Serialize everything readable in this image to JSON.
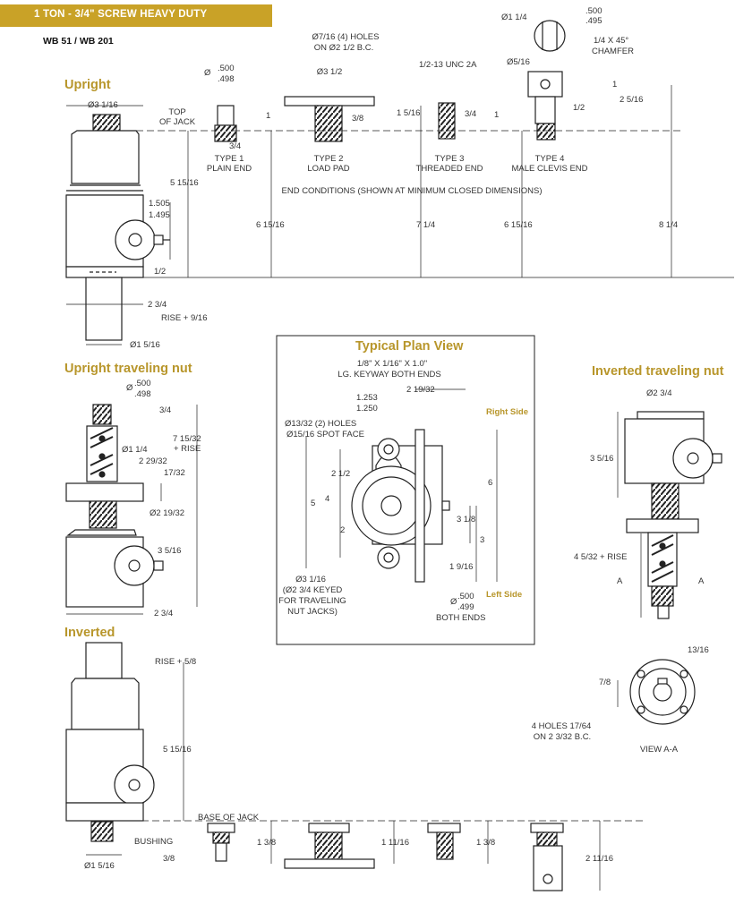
{
  "header": {
    "title": "1 TON - 3/4\" SCREW HEAVY DUTY",
    "model": "WB 51 / WB 201",
    "accent_color": "#c9a227"
  },
  "sections": {
    "upright": "Upright",
    "upright_traveling_nut": "Upright traveling nut",
    "inverted": "Inverted",
    "plan_view": "Typical Plan View",
    "inverted_traveling_nut": "Inverted traveling nut"
  },
  "end_conditions": {
    "caption": "END CONDITIONS (SHOWN AT MINIMUM CLOSED DIMENSIONS)",
    "top_of_jack": [
      "TOP",
      "OF JACK"
    ],
    "types": [
      {
        "name": "TYPE 1",
        "desc": "PLAIN END"
      },
      {
        "name": "TYPE 2",
        "desc": "LOAD PAD"
      },
      {
        "name": "TYPE 3",
        "desc": "THREADED END"
      },
      {
        "name": "TYPE 4",
        "desc": "MALE CLEVIS END"
      }
    ],
    "dims": {
      "plain_dia_sym": "Ø",
      "plain_dia_hi": ".500",
      "plain_dia_lo": ".498",
      "plain_len": "1",
      "plain_thread": "3/4",
      "holes": "Ø7/16 (4) HOLES",
      "holes_bc": "ON Ø2 1/2 B.C.",
      "pad_dia": "Ø3 1/2",
      "pad_thk": "3/8",
      "unc": "1/2-13 UNC 2A",
      "thr_len": "3/4",
      "thr_total": "1 5/16",
      "clevis_len": "1",
      "clevis_dia": "Ø1 1/4",
      "clevis_w_hi": ".500",
      "clevis_w_lo": ".495",
      "chamfer": [
        "1/4 X 45°",
        "CHAMFER"
      ],
      "pin_dia": "Ø5/16",
      "clevis_a": "1",
      "clevis_b": "2 5/16",
      "clevis_c": "1/2"
    }
  },
  "upright_dims": {
    "top_dia": "Ø3 1/16",
    "height": "5 15/16",
    "bore_hi": "1.505",
    "bore_lo": "1.495",
    "offset": "1/2",
    "base_width": "2 3/4",
    "rise": "RISE + 9/16",
    "tube_dia": "Ø1 5/16",
    "h1": "6 15/16",
    "h2": "7 1/4",
    "h3": "6 15/16",
    "h4": "8 1/4"
  },
  "traveling_nut_dims": {
    "dia_sym": "Ø",
    "dia_hi": ".500",
    "dia_lo": ".498",
    "d_top": "3/4",
    "d_total": [
      "7 15/32",
      "+ RISE"
    ],
    "nut_dia": "Ø1 1/4",
    "d_flange": "2 29/32",
    "d_flange_thk": "17/32",
    "flange_dia": "Ø2 19/32",
    "body_h": "3 5/16",
    "width": "2 3/4"
  },
  "plan_view": {
    "keyway": [
      "1/8\" X 1/16\" X 1.0\"",
      "LG. KEYWAY BOTH ENDS"
    ],
    "right_side": "Right Side",
    "left_side": "Left Side",
    "w_hi": "1.253",
    "w_lo": "1.250",
    "d_2_19_32": "2 19/32",
    "holes": [
      "Ø13/32 (2) HOLES",
      "Ø15/16 SPOT FACE"
    ],
    "d_5": "5",
    "d_4": "4",
    "d_2_1_2": "2 1/2",
    "d_2": "2",
    "d_6": "6",
    "d_3_1_8": "3 1/8",
    "d_3": "3",
    "d_1_9_16": "1 9/16",
    "bore": [
      "Ø3 1/16",
      "(Ø2 3/4 KEYED",
      "FOR TRAVELING",
      "NUT JACKS)"
    ],
    "shaft_sym": "Ø",
    "shaft_hi": ".500",
    "shaft_lo": ".499",
    "both_ends": "BOTH ENDS"
  },
  "inverted_nut": {
    "top_dia": "Ø2 3/4",
    "h": "3 5/16",
    "rise": "4 5/32 + RISE",
    "a_left": "A",
    "a_right": "A",
    "d_13_16": "13/16",
    "d_7_8": "7/8",
    "holes": [
      "4 HOLES 17/64",
      "ON 2 3/32 B.C."
    ],
    "view": "VIEW A-A"
  },
  "inverted_dims": {
    "rise": "RISE + 5/8",
    "height": "5 15/16",
    "base_of_jack": "BASE OF JACK",
    "bushing": "BUSHING",
    "bush_dia": "Ø1 5/16",
    "d_3_8": "3/8",
    "d_1_3_8": "1 3/8",
    "d_1_11_16": "1 11/16",
    "d_1_3_8b": "1 3/8",
    "d_2_11_16": "2 11/16"
  }
}
